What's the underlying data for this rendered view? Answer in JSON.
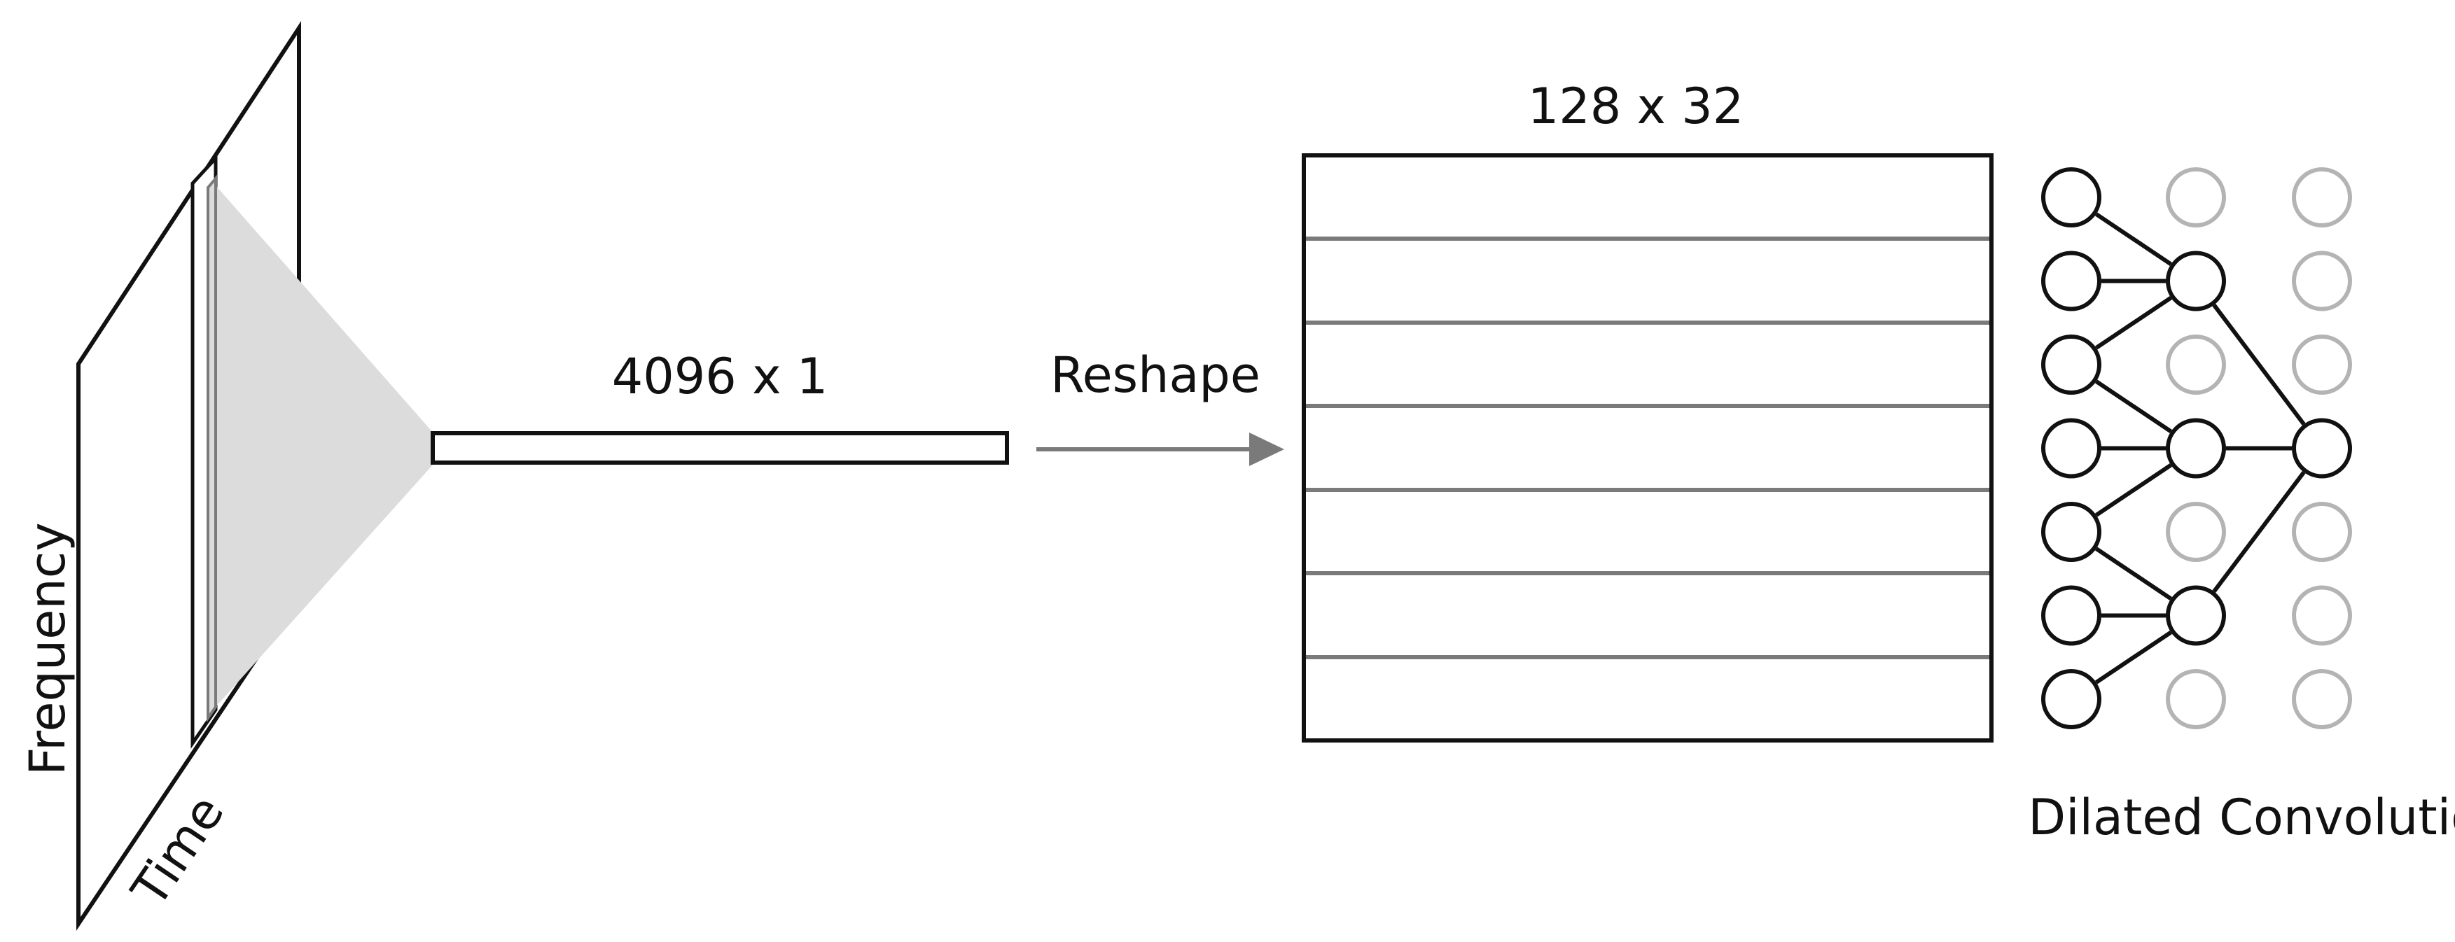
{
  "labels": {
    "axis_frequency": "Frequency",
    "axis_time": "Time",
    "vector_size": "4096 x 1",
    "reshape": "Reshape",
    "matrix_size": "128 x 32",
    "dilated": "Dilated Convolutions"
  },
  "colors": {
    "stroke": "#111111",
    "gray": "#7a7a7a",
    "light_gray": "#b4b4b4",
    "shade": "#dcdcdc"
  },
  "dilated_network": {
    "columns": [
      {
        "nodes": [
          "active",
          "active",
          "active",
          "active",
          "active",
          "active",
          "active"
        ]
      },
      {
        "nodes": [
          "inactive",
          "active",
          "inactive",
          "active",
          "inactive",
          "active",
          "inactive"
        ]
      },
      {
        "nodes": [
          "inactive",
          "inactive",
          "inactive",
          "active",
          "inactive",
          "inactive",
          "inactive"
        ]
      }
    ],
    "edges": [
      {
        "from": [
          0,
          0
        ],
        "to": [
          1,
          1
        ]
      },
      {
        "from": [
          0,
          1
        ],
        "to": [
          1,
          1
        ]
      },
      {
        "from": [
          0,
          2
        ],
        "to": [
          1,
          1
        ]
      },
      {
        "from": [
          0,
          2
        ],
        "to": [
          1,
          3
        ]
      },
      {
        "from": [
          0,
          3
        ],
        "to": [
          1,
          3
        ]
      },
      {
        "from": [
          0,
          4
        ],
        "to": [
          1,
          3
        ]
      },
      {
        "from": [
          0,
          4
        ],
        "to": [
          1,
          5
        ]
      },
      {
        "from": [
          0,
          5
        ],
        "to": [
          1,
          5
        ]
      },
      {
        "from": [
          0,
          6
        ],
        "to": [
          1,
          5
        ]
      },
      {
        "from": [
          1,
          1
        ],
        "to": [
          2,
          3
        ]
      },
      {
        "from": [
          1,
          3
        ],
        "to": [
          2,
          3
        ]
      },
      {
        "from": [
          1,
          5
        ],
        "to": [
          2,
          3
        ]
      }
    ]
  }
}
